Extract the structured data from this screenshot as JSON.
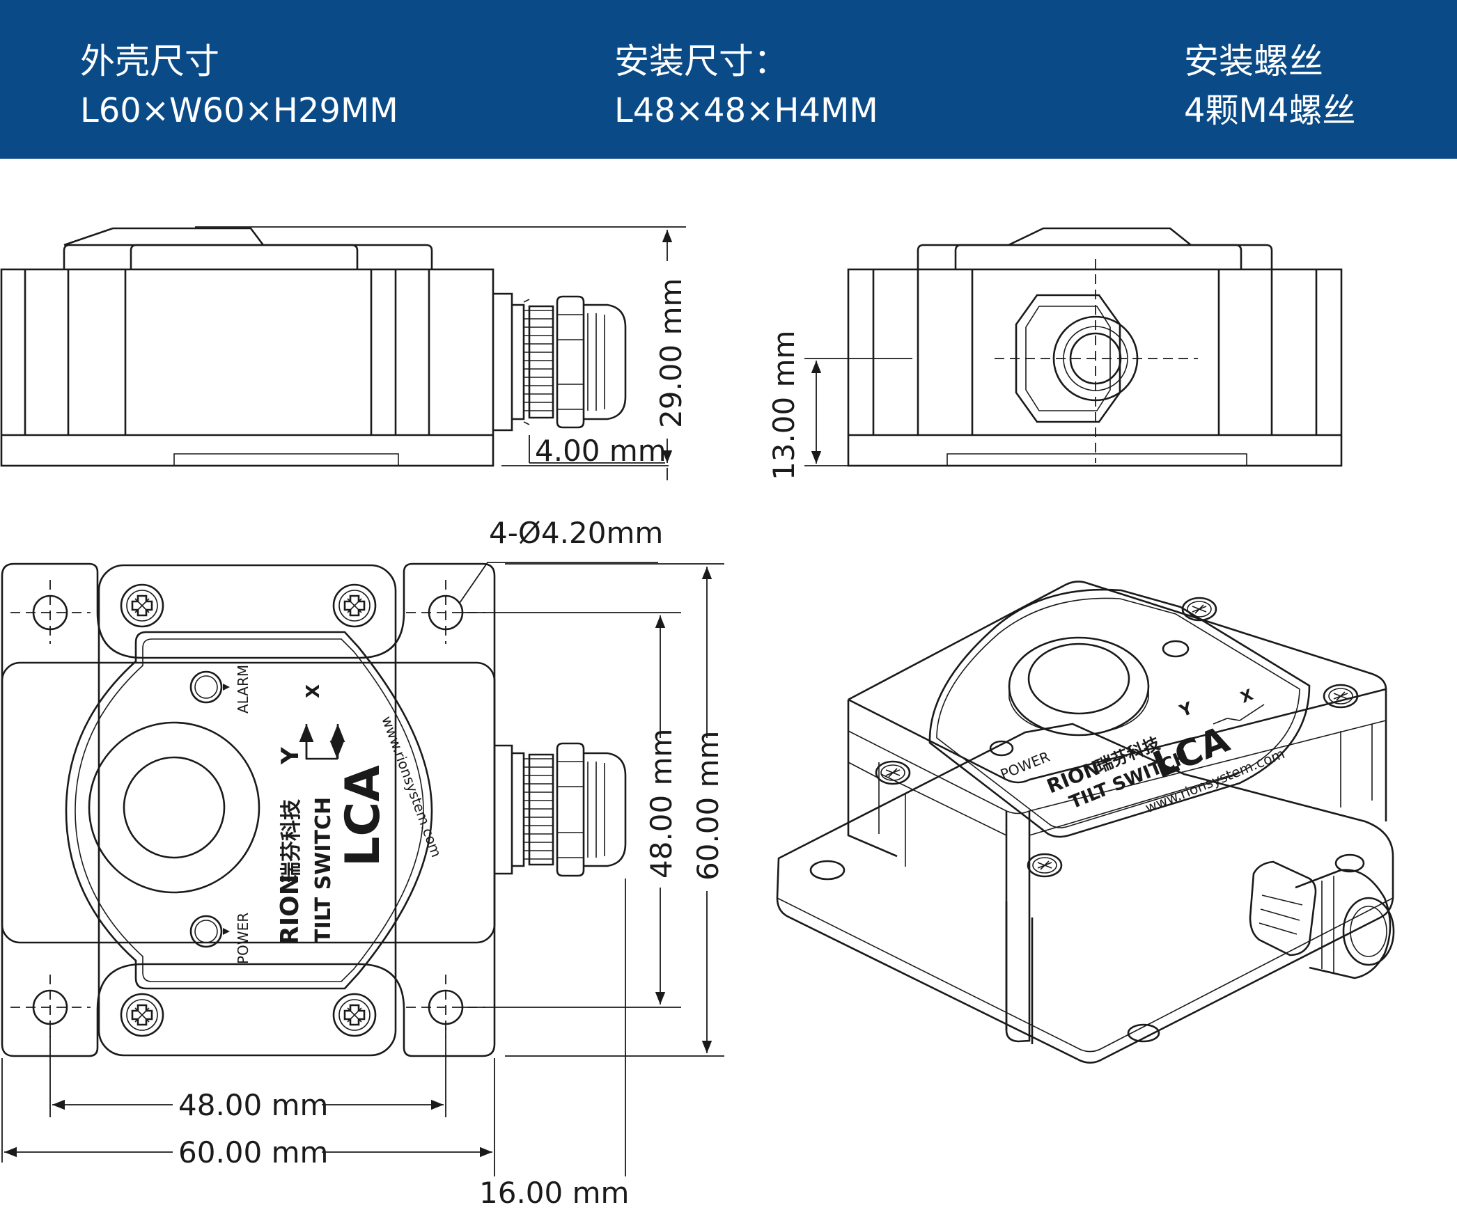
{
  "specs": [
    {
      "label": "外壳尺寸",
      "value": "L60×W60×H29MM"
    },
    {
      "label": "安装尺寸：",
      "value": "L48×48×H4MM"
    },
    {
      "label": "安装螺丝",
      "value": "4颗M4螺丝"
    }
  ],
  "dimensions": {
    "height": "29.00 mm",
    "base_thickness": "4.00 mm",
    "gland_height": "13.00 mm",
    "hole_spec": "4-Ø4.20mm",
    "hole_pitch_v": "48.00 mm",
    "outline_v": "60.00 mm",
    "hole_pitch_h": "48.00 mm",
    "outline_h": "60.00 mm",
    "gland_length": "16.00 mm"
  },
  "label_panel": {
    "alarm": "ALARM",
    "power": "POWER",
    "axis_x": "X",
    "axis_y": "Y",
    "brand": "RION",
    "brand_cn": "瑞芬科技",
    "product": "TILT SWITCH",
    "model": "LCA",
    "website": "www.rionsystem.com"
  },
  "colors": {
    "banner": "#0a4a87",
    "line": "#1a1a1a"
  }
}
